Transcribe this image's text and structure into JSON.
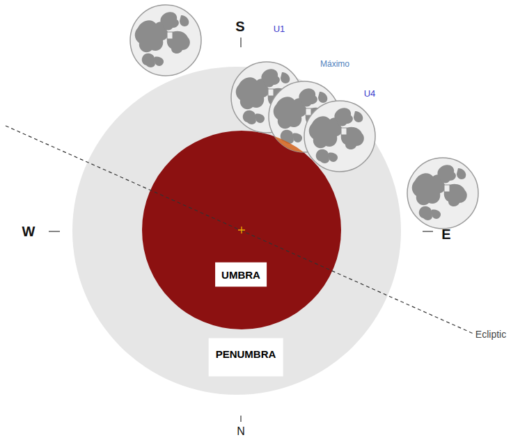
{
  "diagram": {
    "nodes": [
      {
        "text": [
          "PENUMBRA"
        ]
      },
      {
        "text": [
          "UMBRA"
        ],
        "in": 0
      }
    ],
    "labels": [
      "S",
      "U1",
      "Máximo",
      "U4",
      "W",
      "E",
      "N",
      "Ecliptic"
    ]
  }
}
